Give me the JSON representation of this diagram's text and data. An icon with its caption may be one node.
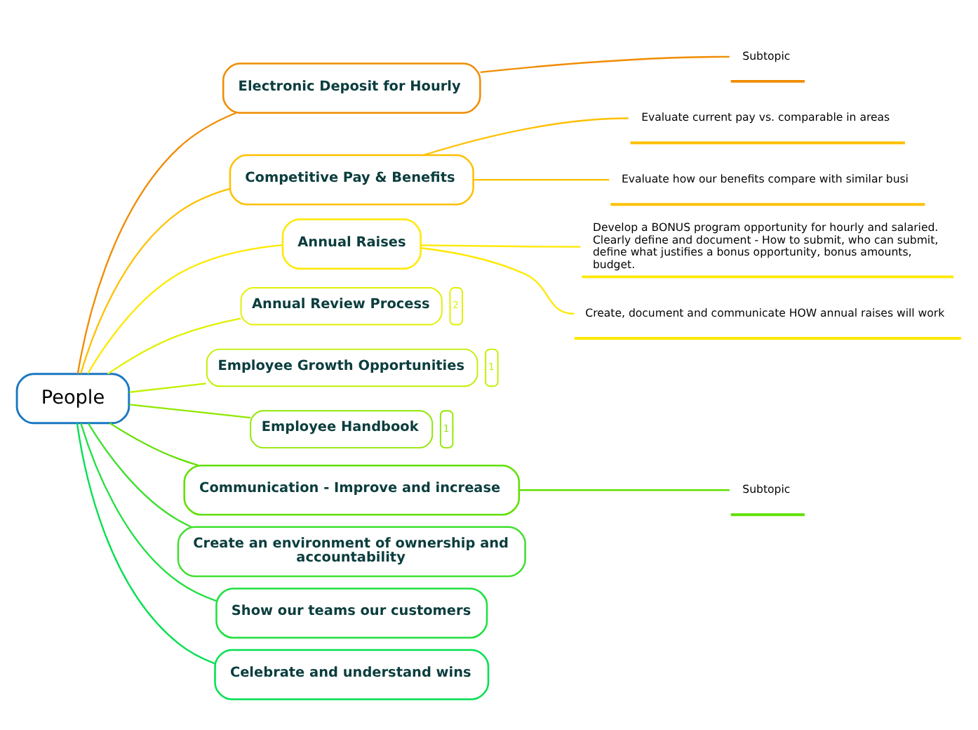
{
  "diagram": {
    "nodes": [
      {
        "text": [
          "People"
        ]
      },
      {
        "text": [
          "Electronic Deposit for Hourly"
        ]
      },
      {
        "text": [
          "Subtopic"
        ]
      },
      {
        "text": [
          "Competitive Pay & Benefits"
        ]
      },
      {
        "text": [
          "Evaluate current pay vs. comparable in areas"
        ]
      },
      {
        "text": [
          "Evaluate how our benefits compare with similar busi"
        ]
      },
      {
        "text": [
          "Annual Raises"
        ]
      },
      {
        "text": [
          "Develop a BONUS program opportunity for hourly and salaried.  Clearly define and document - How to submit, who can submit, define what justifies a bonus opportunity, bonus amounts, budget."
        ]
      },
      {
        "text": [
          "Create, document and communicate HOW annual raises will work"
        ]
      },
      {
        "text": [
          "Annual Review Process"
        ],
        "beside": [
          "2"
        ]
      },
      {
        "text": [
          "Employee Growth Opportunities"
        ],
        "beside": [
          "1"
        ]
      },
      {
        "text": [
          "Employee Handbook"
        ],
        "beside": [
          "1"
        ]
      },
      {
        "text": [
          "Communication - Improve and increase"
        ]
      },
      {
        "text": [
          "Subtopic"
        ]
      },
      {
        "text": [
          "Create an environment of ownership and accountability"
        ]
      },
      {
        "text": [
          "Show our teams our customers"
        ]
      },
      {
        "text": [
          "Celebrate and understand wins"
        ]
      }
    ],
    "edges": [
      {
        "from": 0,
        "to": 1,
        "arrow": "none",
        "color": "#f08c00"
      },
      {
        "from": 1,
        "to": 2,
        "arrow": "none",
        "color": "#f08c00"
      },
      {
        "from": 0,
        "to": 3,
        "arrow": "none",
        "color": "#ffc000"
      },
      {
        "from": 3,
        "to": 4,
        "arrow": "none",
        "color": "#ffc000"
      },
      {
        "from": 3,
        "to": 5,
        "arrow": "none",
        "color": "#ffc000"
      },
      {
        "from": 0,
        "to": 6,
        "arrow": "none",
        "color": "#ffe800"
      },
      {
        "from": 6,
        "to": 7,
        "arrow": "none",
        "color": "#ffe800"
      },
      {
        "from": 6,
        "to": 8,
        "arrow": "none",
        "color": "#ffe800"
      },
      {
        "from": 0,
        "to": 9,
        "arrow": "none",
        "color": "#e0f000"
      },
      {
        "from": 0,
        "to": 10,
        "arrow": "none",
        "color": "#c0f000"
      },
      {
        "from": 0,
        "to": 11,
        "arrow": "none",
        "color": "#90e800"
      },
      {
        "from": 0,
        "to": 12,
        "arrow": "none",
        "color": "#60e000"
      },
      {
        "from": 12,
        "to": 13,
        "arrow": "none",
        "color": "#60e000"
      },
      {
        "from": 0,
        "to": 14,
        "arrow": "none",
        "color": "#40e030"
      },
      {
        "from": 0,
        "to": 15,
        "arrow": "none",
        "color": "#20e040"
      },
      {
        "from": 0,
        "to": 16,
        "arrow": "none",
        "color": "#00e050"
      }
    ]
  }
}
